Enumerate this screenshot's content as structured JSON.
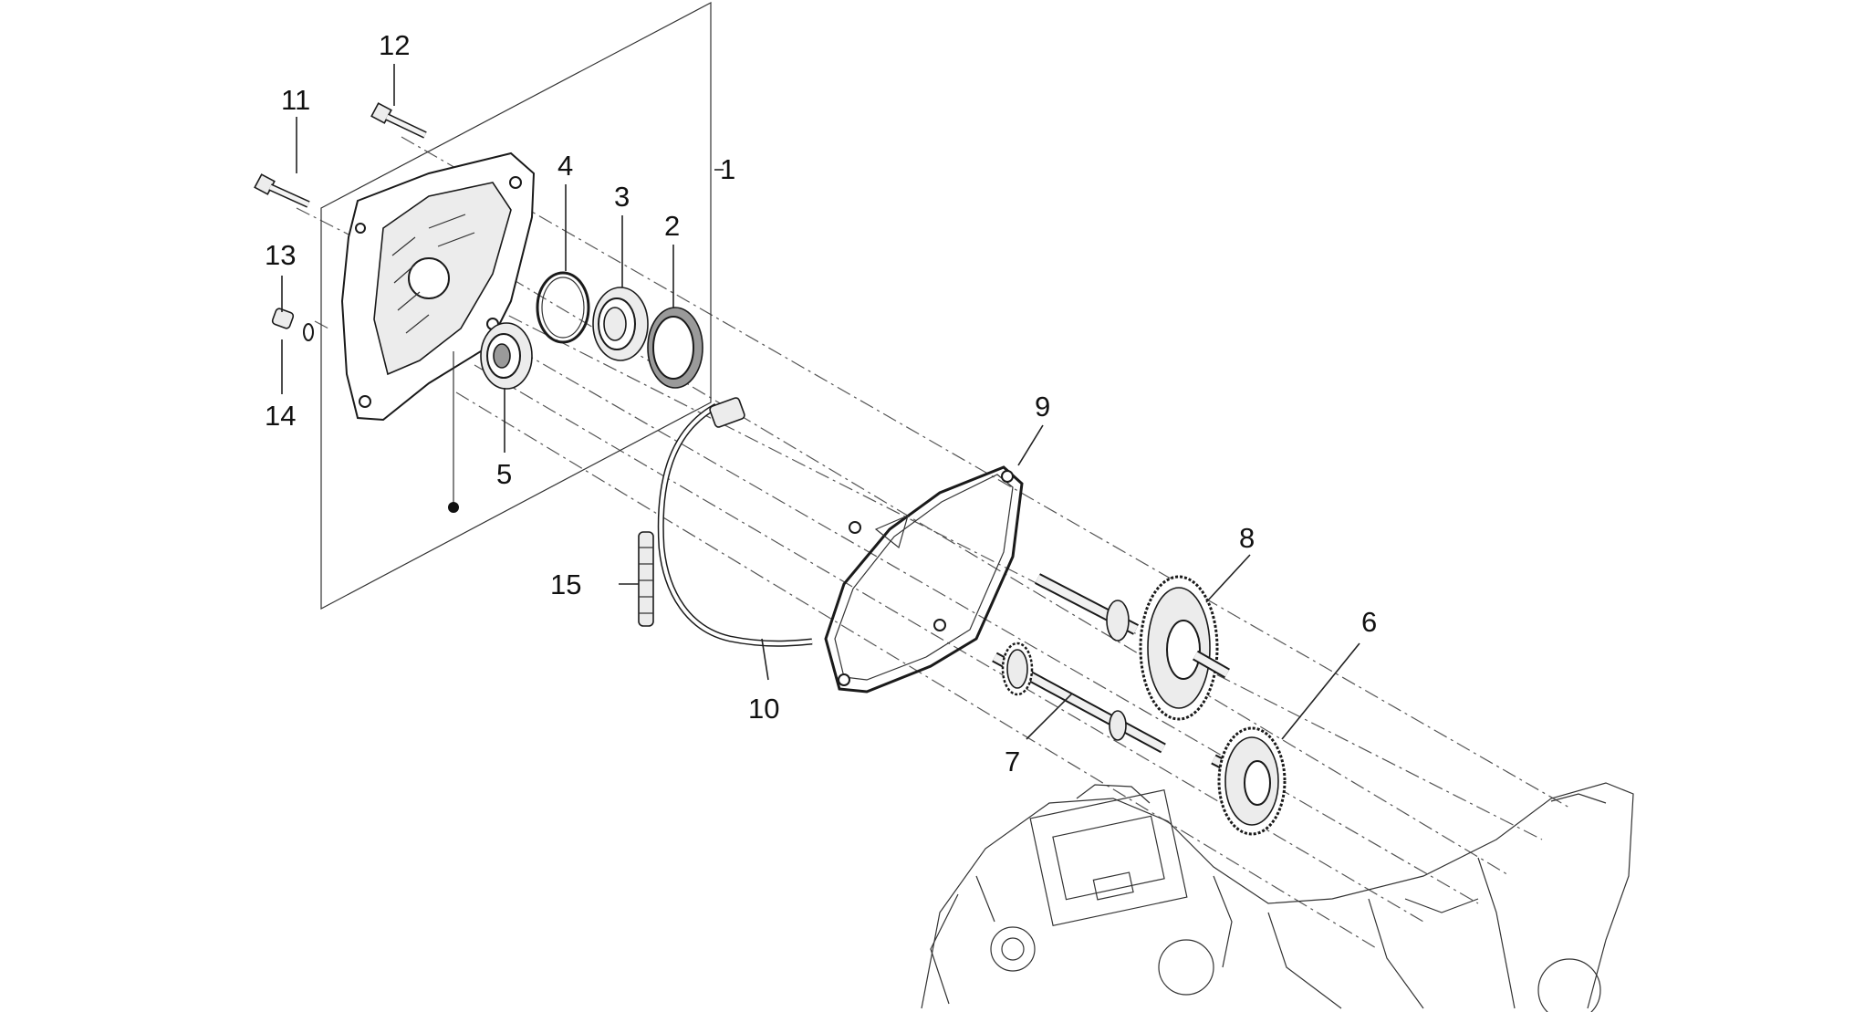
{
  "diagram": {
    "callouts": [
      {
        "id": "1",
        "text": "1"
      },
      {
        "id": "2",
        "text": "2"
      },
      {
        "id": "3",
        "text": "3"
      },
      {
        "id": "4",
        "text": "4"
      },
      {
        "id": "5",
        "text": "5"
      },
      {
        "id": "6",
        "text": "6"
      },
      {
        "id": "7",
        "text": "7"
      },
      {
        "id": "8",
        "text": "8"
      },
      {
        "id": "9",
        "text": "9"
      },
      {
        "id": "10",
        "text": "10"
      },
      {
        "id": "11",
        "text": "11"
      },
      {
        "id": "12",
        "text": "12"
      },
      {
        "id": "13",
        "text": "13"
      },
      {
        "id": "14",
        "text": "14"
      },
      {
        "id": "15",
        "text": "15"
      }
    ]
  }
}
